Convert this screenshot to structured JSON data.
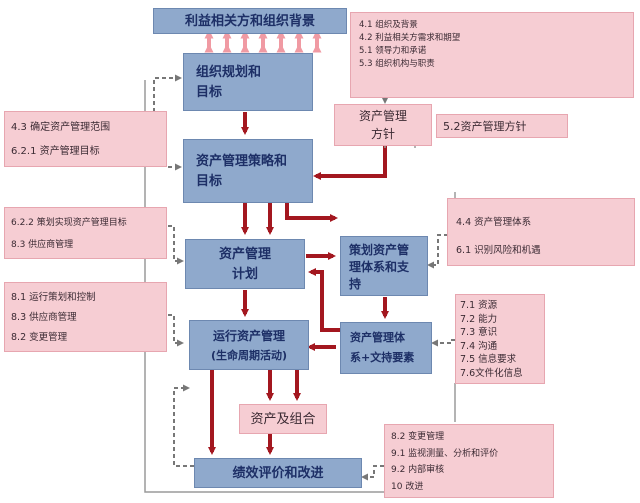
{
  "nodes": {
    "stakeholders": "利益相关方和组织背景",
    "org_plan": [
      "组织规划和",
      "目标"
    ],
    "strategy": [
      "资产管理策略和",
      "目标"
    ],
    "plan": [
      "资产管理",
      "计划"
    ],
    "operate": [
      "运行资产管理",
      "(生命周期活动)"
    ],
    "evaluate": "绩效评价和改进",
    "policy": [
      "资产管理",
      "方针"
    ],
    "planning_system": [
      "策划资产管",
      "理体系和支",
      "持"
    ],
    "system_support": [
      "资产管理体",
      "系+文持要素"
    ],
    "portfolio": "资产及组合"
  },
  "notes": {
    "top_right": [
      "4.1 组织及背景",
      "4.2 利益相关方需求和期望",
      "5.1 领导力和承诺",
      "5.3 组织机构与职责"
    ],
    "left_scope": [
      "4.3 确定资产管理范围",
      "6.2.1 资产管理目标"
    ],
    "policy_ref": "5.2资产管理方针",
    "left_plan": [
      "6.2.2 策划实现资产管理目标",
      "8.3 供应商管理"
    ],
    "right_system": [
      "4.4 资产管理体系",
      "6.1 识别风险和机遇"
    ],
    "left_ops": [
      "8.1 运行策划和控制",
      "8.3 供应商管理",
      "8.2 变更管理"
    ],
    "right_support": [
      "7.1 资源",
      "7.2 能力",
      "7.3 意识",
      "7.4 沟通",
      "7.5 信息要求",
      "7.6文件化信息"
    ],
    "bottom_right": [
      "8.2 变更管理",
      "9.1 监视测量、分析和评价",
      "9.2 内部审核",
      "10  改进"
    ]
  }
}
